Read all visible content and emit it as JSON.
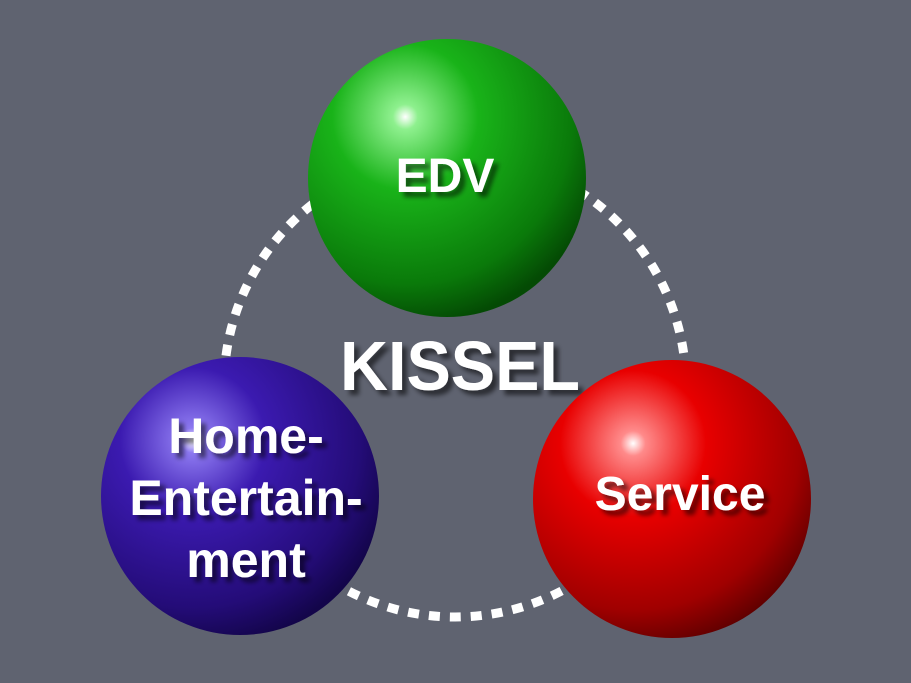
{
  "diagram": {
    "center_label": "KISSEL",
    "nodes": [
      {
        "id": "edv",
        "lines": [
          "EDV"
        ],
        "color": "#16a516"
      },
      {
        "id": "home",
        "lines": [
          "Home-",
          "Entertain-",
          "ment"
        ],
        "color": "#3a17a8"
      },
      {
        "id": "service",
        "lines": [
          "Service"
        ],
        "color": "#e00000"
      }
    ],
    "connector_color": "#ffffff",
    "background_color": "#5f6370"
  }
}
